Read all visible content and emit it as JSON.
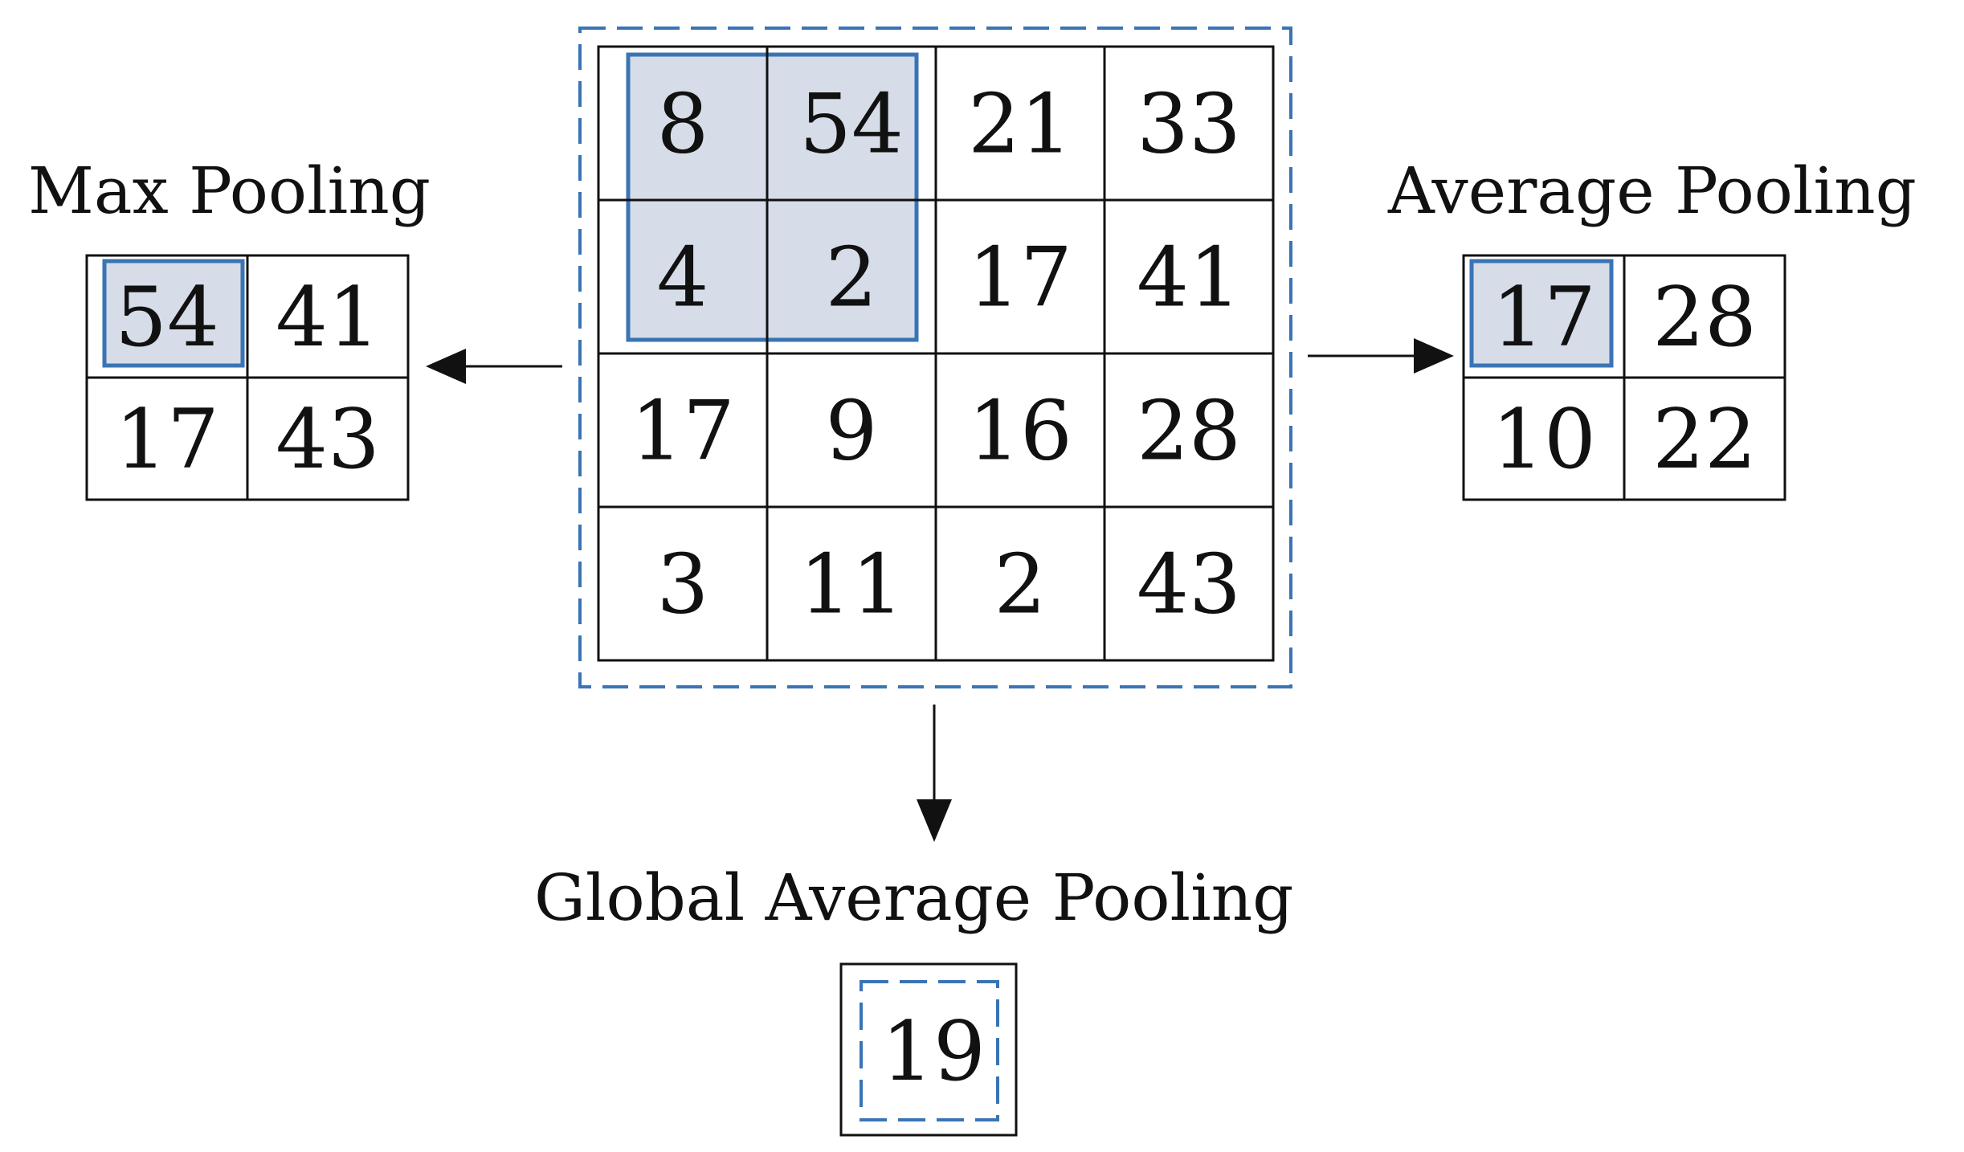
{
  "input_matrix": [
    [
      "8",
      "54",
      "21",
      "33"
    ],
    [
      "4",
      "2",
      "17",
      "41"
    ],
    [
      "17",
      "9",
      "16",
      "28"
    ],
    [
      "3",
      "11",
      "2",
      "43"
    ]
  ],
  "max_pooling": {
    "title": "Max Pooling",
    "values": [
      [
        "54",
        "41"
      ],
      [
        "17",
        "43"
      ]
    ]
  },
  "average_pooling": {
    "title": "Average Pooling",
    "values": [
      [
        "17",
        "28"
      ],
      [
        "10",
        "22"
      ]
    ]
  },
  "global_average_pooling": {
    "title": "Global Average Pooling",
    "value": "19"
  },
  "colors": {
    "highlight_fill": "#d6dde8",
    "highlight_stroke": "#3a74b4",
    "dashed_stroke": "#3a74b4",
    "grid_stroke": "#111111"
  }
}
